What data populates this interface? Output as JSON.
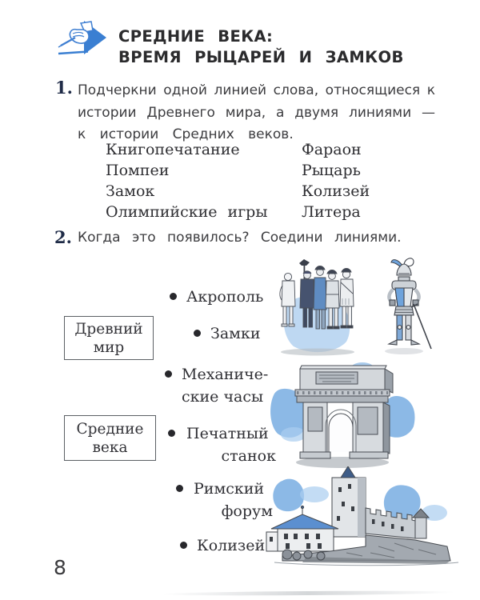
{
  "page": {
    "number": "8"
  },
  "colors": {
    "accent_blue": "#3a7fd2",
    "watercolor_blue": "#6fa8e0",
    "ink_dark": "#2b2b2d",
    "task_number_navy": "#1f2b47"
  },
  "header": {
    "icon": "writing-hand-icon",
    "title_line1": "СРЕДНИЕ ВЕКА:",
    "title_line2": "ВРЕМЯ РЫЦАРЕЙ И ЗАМКОВ"
  },
  "task1": {
    "number": "1.",
    "line1": "Подчеркни одной линией слова, относящиеся к",
    "line2": "истории Древнего мира, а двумя линиями —",
    "line3": "к истории Средних веков.",
    "words_left": [
      "Книгопечатание",
      "Помпеи",
      "Замок",
      "Олимпийские игры"
    ],
    "words_right": [
      "Фараон",
      "Рыцарь",
      "Колизей",
      "Литера"
    ]
  },
  "task2": {
    "number": "2.",
    "prompt": "Когда это появилось? Соедини линиями.",
    "boxes": [
      {
        "line1": "Древний",
        "line2": "мир"
      },
      {
        "line1": "Средние",
        "line2": "века"
      }
    ],
    "items": [
      {
        "line1": "Акрополь",
        "line2": ""
      },
      {
        "line1": "Замки",
        "line2": ""
      },
      {
        "line1": "Механиче-",
        "line2": "ские часы"
      },
      {
        "line1": "Печатный",
        "line2": "станок"
      },
      {
        "line1": "Римский",
        "line2": "форум"
      },
      {
        "line1": "Колизей",
        "line2": ""
      }
    ],
    "illustrations": [
      "ancient-greek-warriors",
      "medieval-knight",
      "roman-triumphal-arch",
      "medieval-castle"
    ]
  }
}
